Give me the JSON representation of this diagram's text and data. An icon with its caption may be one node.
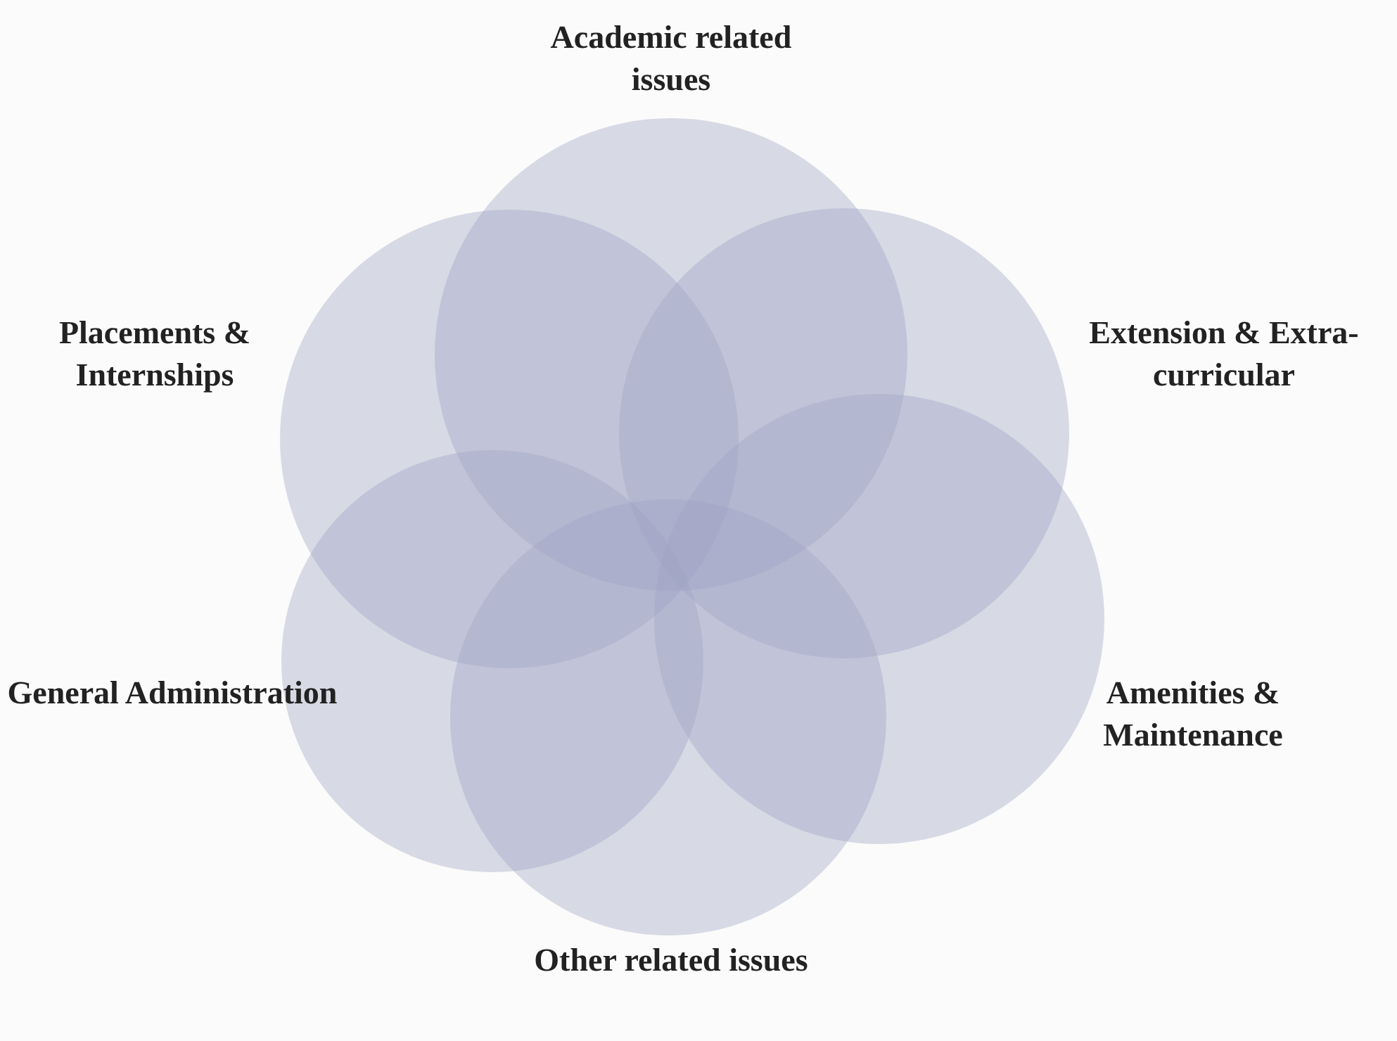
{
  "diagram": {
    "nodes": [
      {
        "text": [
          "Academic related issues"
        ]
      },
      {
        "text": [
          "Placements & Internships"
        ]
      },
      {
        "text": [
          "Extension & Extra-curricular"
        ]
      },
      {
        "text": [
          "General Administration"
        ]
      },
      {
        "text": [
          "Amenities & Maintenance"
        ]
      },
      {
        "text": [
          "Other related issues"
        ]
      }
    ],
    "edges": []
  }
}
